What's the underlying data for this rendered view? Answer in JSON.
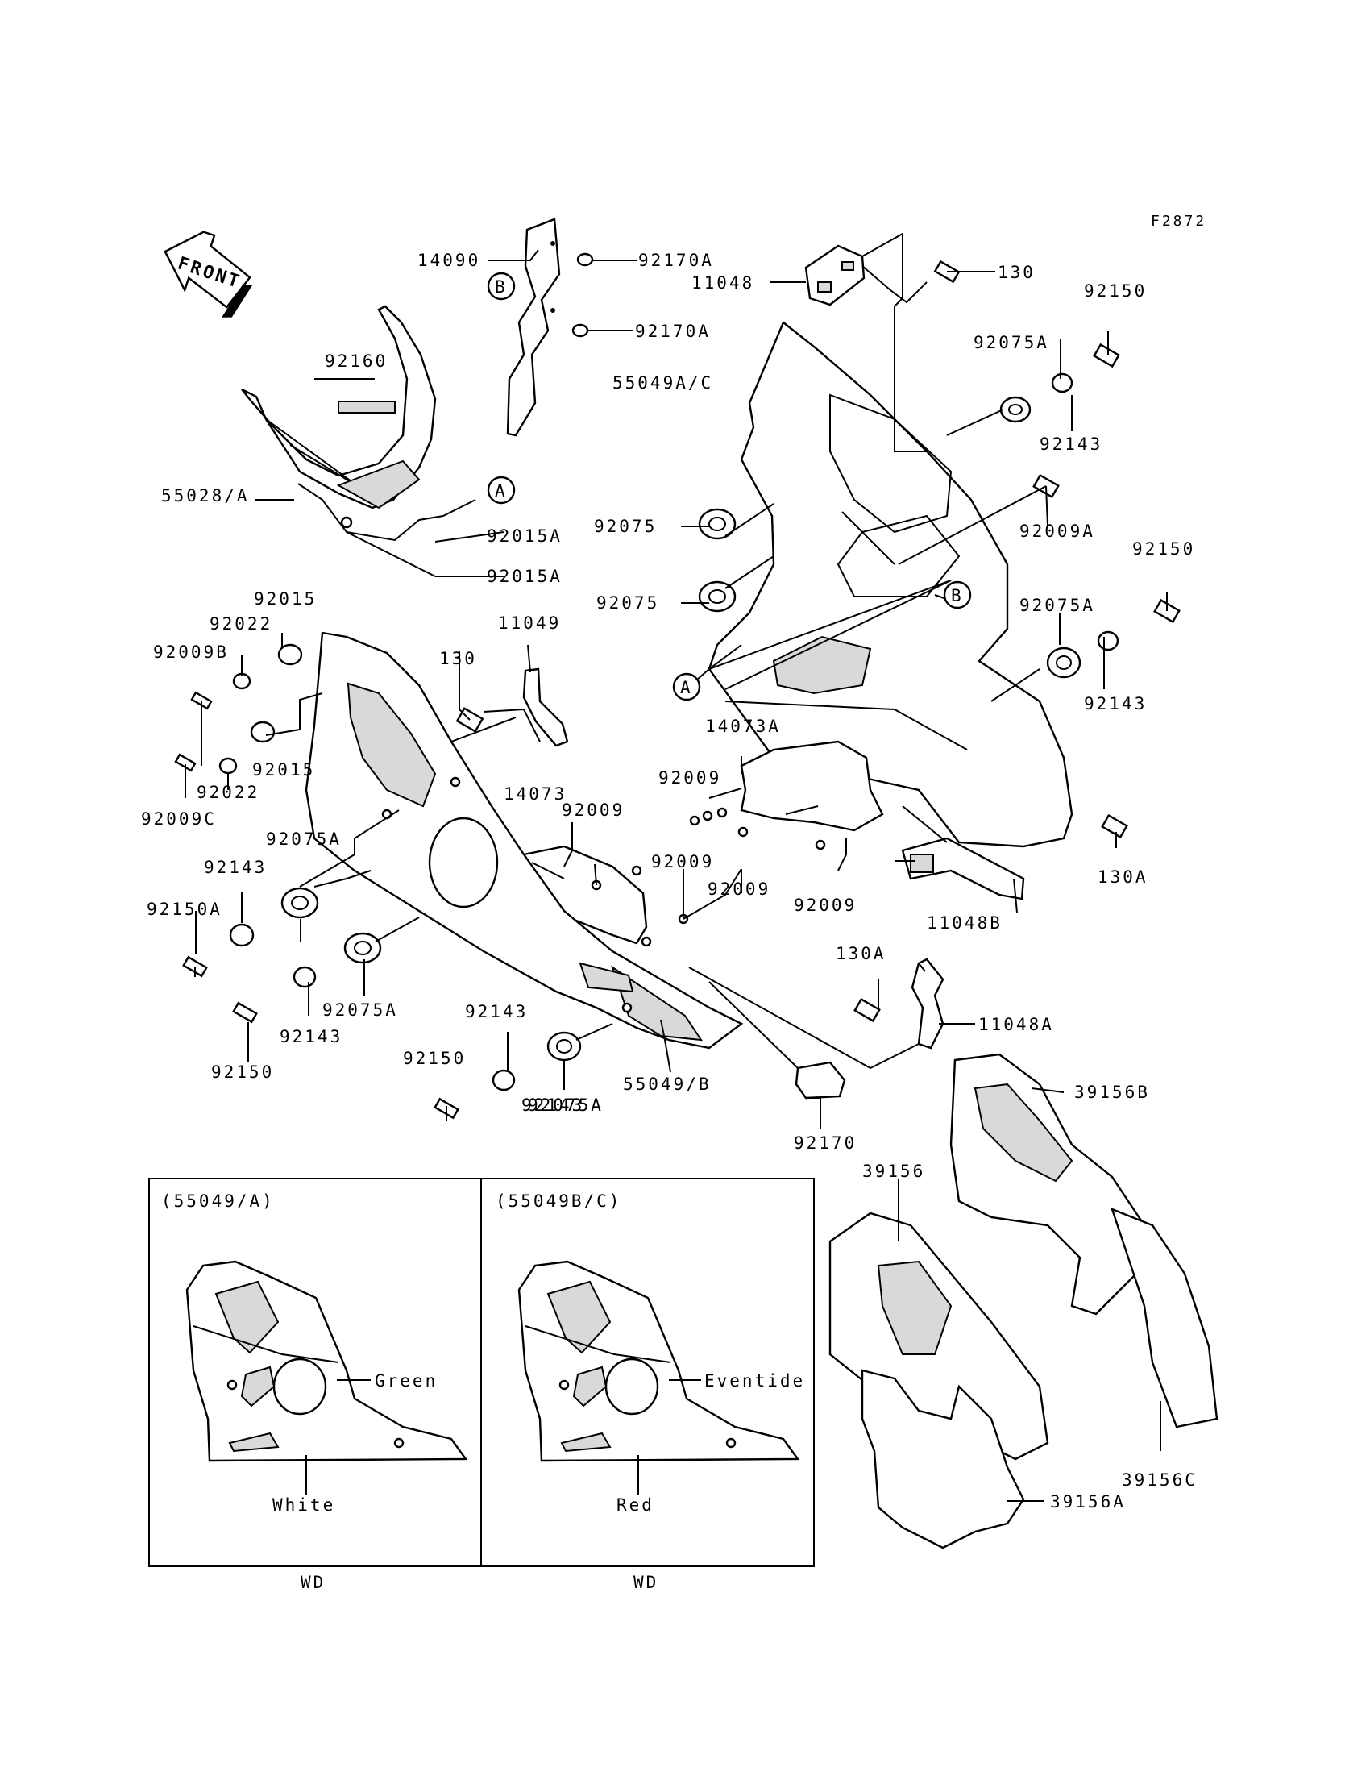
{
  "figure_code": "F2872",
  "front_label": "FRONT",
  "ref_markers": [
    "A",
    "B"
  ],
  "part_labels": [
    "14090",
    "92170A",
    "92170A",
    "11048",
    "130",
    "92150",
    "92075A",
    "92143",
    "92160",
    "55049A/C",
    "55028/A",
    "92015A",
    "92015A",
    "92075",
    "92009A",
    "92150",
    "92075",
    "92075A",
    "92143",
    "92015",
    "92022",
    "11049",
    "130",
    "92009B",
    "92015",
    "92022",
    "92009C",
    "14073A",
    "92009",
    "14073",
    "92009",
    "92009",
    "92009",
    "92009",
    "92075A",
    "92143",
    "130A",
    "11048B",
    "92150A",
    "92143",
    "92075A",
    "130A",
    "92143",
    "11048A",
    "92150",
    "92143",
    "92150",
    "55049/B",
    "92075A",
    "39156B",
    "92170",
    "39156",
    "39156C",
    "39156A"
  ],
  "variant_boxes": [
    {
      "model": "(55049/A)",
      "colors": [
        "Green",
        "White"
      ],
      "footer": "WD"
    },
    {
      "model": "(55049B/C)",
      "colors": [
        "Eventide",
        "Red"
      ],
      "footer": "WD"
    }
  ]
}
